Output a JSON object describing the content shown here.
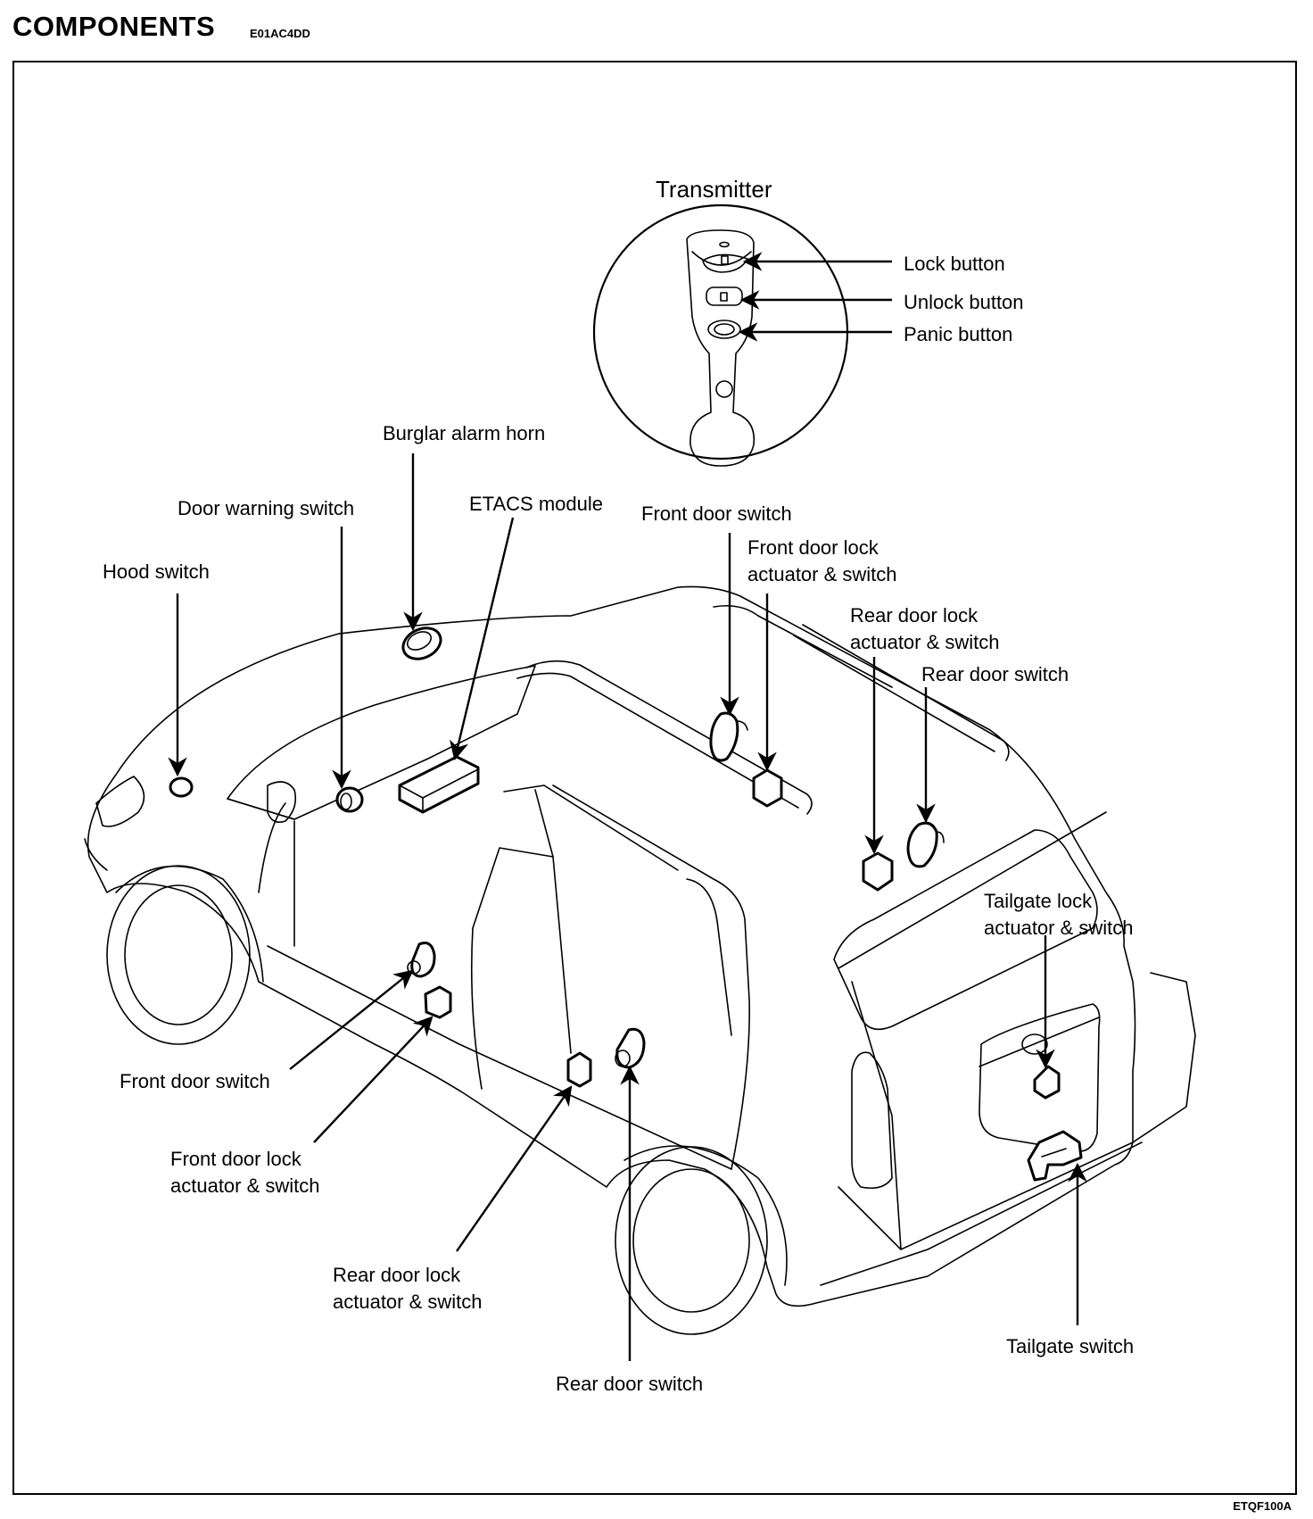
{
  "header": {
    "title": "COMPONENTS",
    "code": "E01AC4DD"
  },
  "footer": {
    "figure_code": "ETQF100A"
  },
  "transmitter": {
    "title": "Transmitter",
    "buttons": [
      {
        "label": "Lock button",
        "icon": "lock-closed-icon"
      },
      {
        "label": "Unlock button",
        "icon": "lock-open-icon"
      },
      {
        "label": "Panic button",
        "icon": "brand-logo-icon"
      }
    ]
  },
  "labels": {
    "burglar_alarm_horn": "Burglar alarm horn",
    "door_warning_switch": "Door warning switch",
    "etacs_module": "ETACS module",
    "hood_switch": "Hood switch",
    "front_door_switch_top": "Front door switch",
    "front_door_lock_top": "Front door lock\nactuator & switch",
    "rear_door_lock_top": "Rear door lock\nactuator & switch",
    "rear_door_switch_top": "Rear door switch",
    "tailgate_lock": "Tailgate lock\nactuator & switch",
    "front_door_switch_bottom": "Front door switch",
    "front_door_lock_bottom": "Front door lock\nactuator & switch",
    "rear_door_lock_bottom": "Rear door lock\nactuator & switch",
    "rear_door_switch_bottom": "Rear door switch",
    "tailgate_switch": "Tailgate switch"
  }
}
